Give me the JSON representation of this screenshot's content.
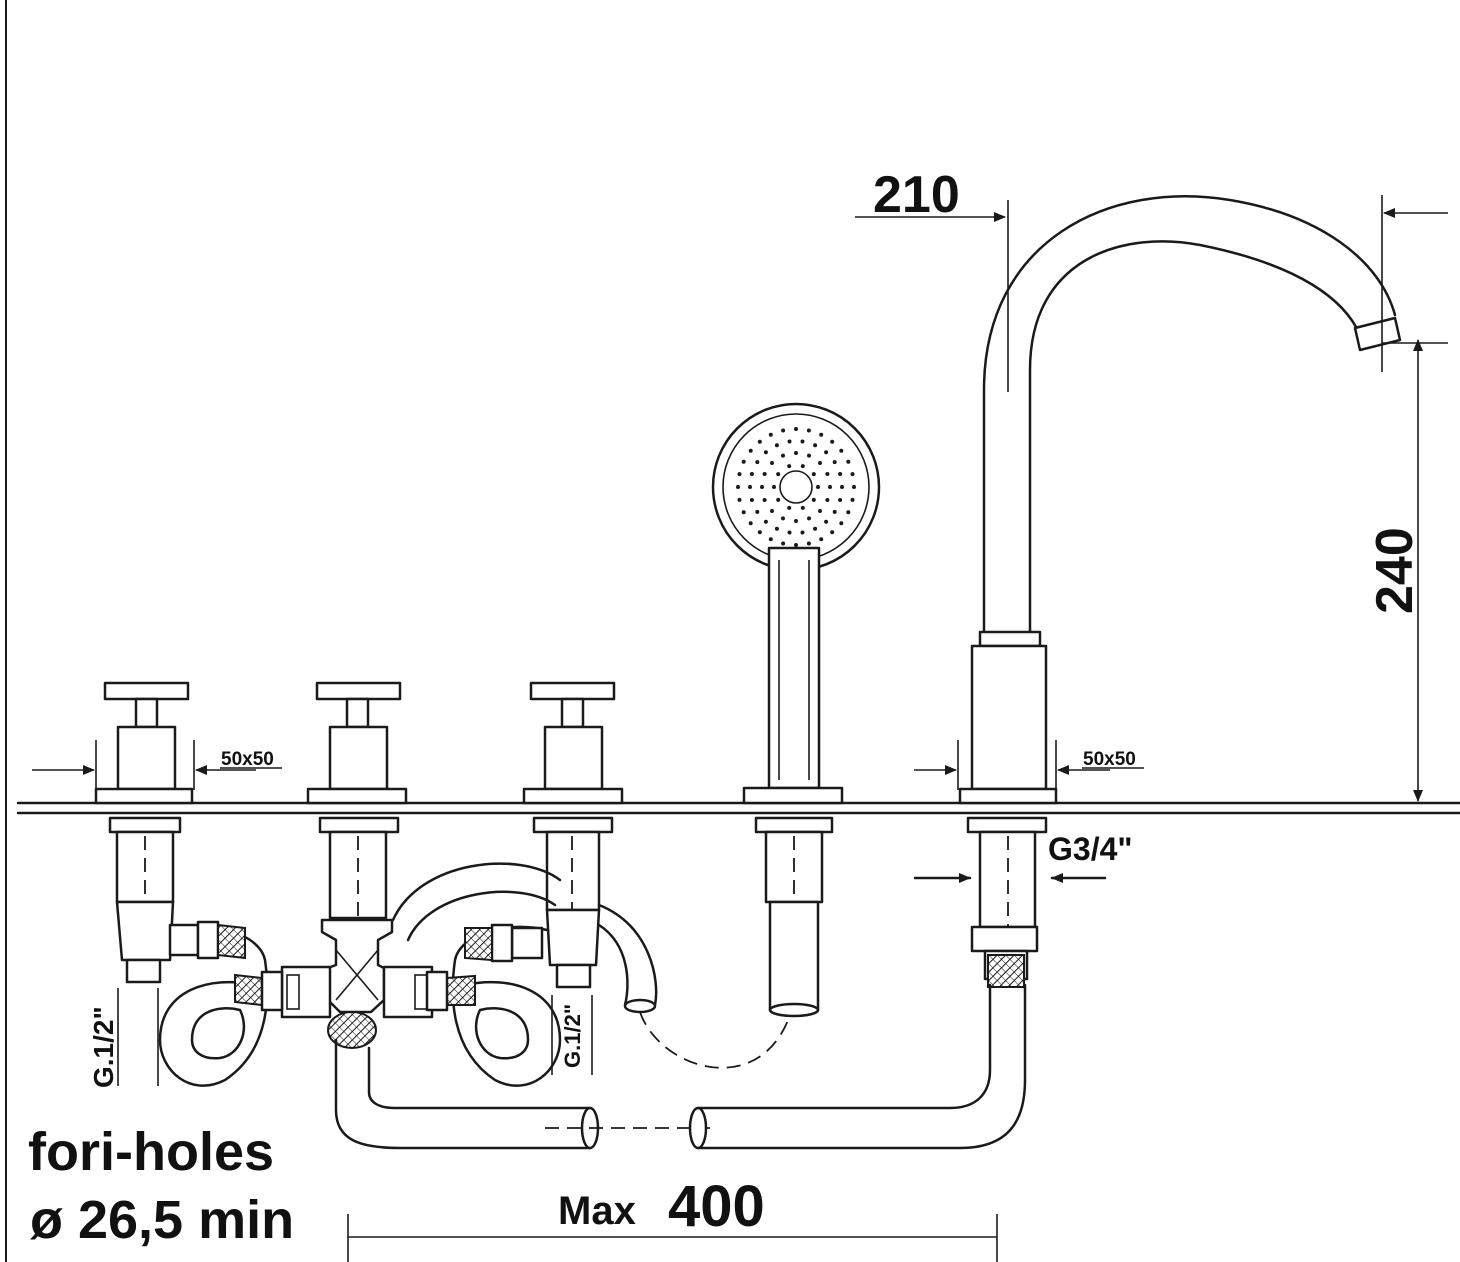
{
  "diagram": {
    "labels": {
      "spout_reach": "210",
      "spout_height": "240",
      "square_left": "50x50",
      "square_right": "50x50",
      "thread_spout": "G3/4\"",
      "thread_left": "G.1/2\"",
      "thread_mid": "G.1/2\"",
      "holes_line1": "fori-holes",
      "holes_line2": "ø 26,5 min",
      "max_prefix": "Max",
      "max_value": "400"
    },
    "colors": {
      "line": "#1a1a1a",
      "background": "#ffffff"
    }
  }
}
